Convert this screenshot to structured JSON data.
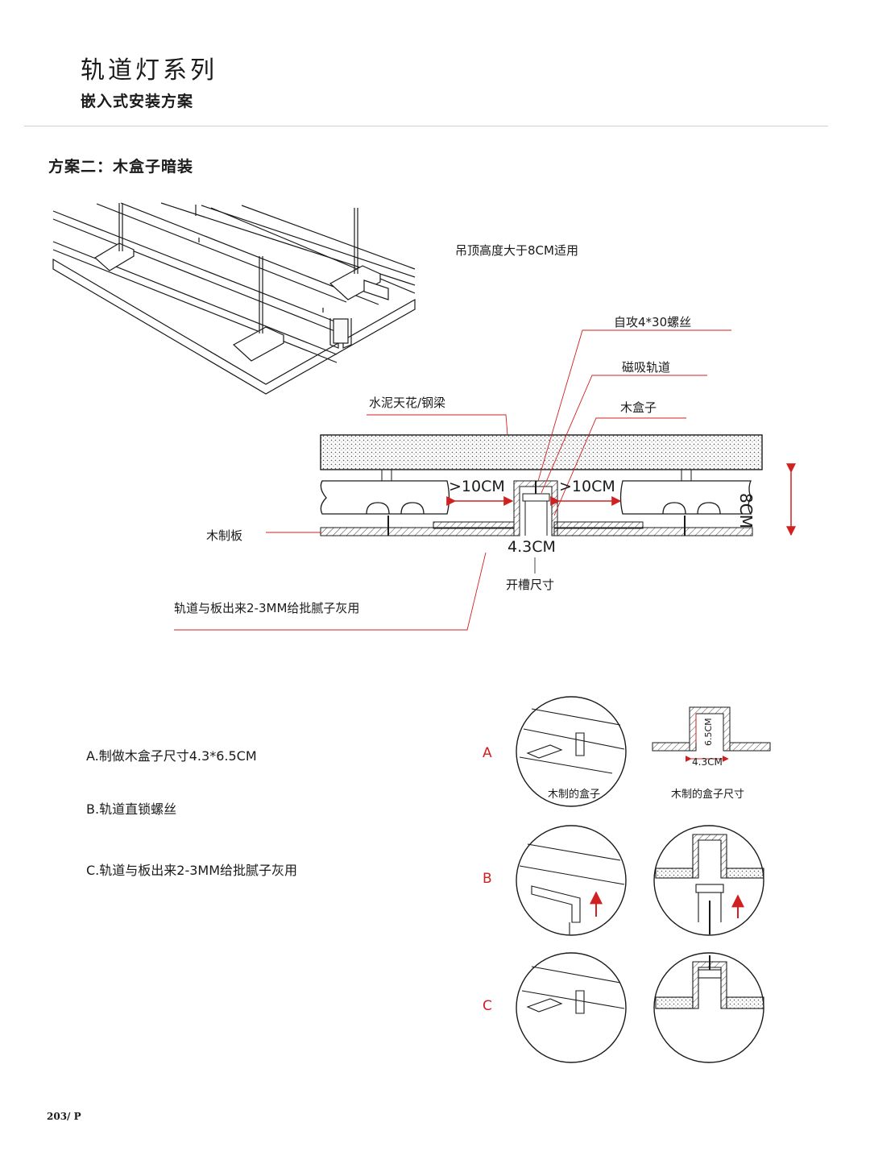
{
  "header": {
    "title": "轨道灯系列",
    "subtitle": "嵌入式安装方案"
  },
  "plan": {
    "title": "方案二：木盒子暗装"
  },
  "section_diagram": {
    "note_height": "吊顶高度大于8CM适用",
    "label_screw": "自攻4*30螺丝",
    "label_track": "磁吸轨道",
    "label_box": "木盒子",
    "label_ceiling": "水泥天花/钢梁",
    "label_board": "木制板",
    "dim_left": ">10CM",
    "dim_right": ">10CM",
    "dim_width": "4.3CM",
    "dim_height": "8CM",
    "label_slot": "开槽尺寸",
    "label_gap": "轨道与板出来2-3MM给批腻子灰用"
  },
  "steps": [
    {
      "text": "A.制做木盒子尺寸4.3*6.5CM"
    },
    {
      "text": "B.轨道直锁螺丝"
    },
    {
      "text": "C.轨道与板出来2-3MM给批腻子灰用"
    }
  ],
  "details": {
    "letters": [
      "A",
      "B",
      "C"
    ],
    "caption_a1": "木制的盒子",
    "caption_a2": "木制的盒子尺寸",
    "dim_a_height": "6.5CM",
    "dim_a_width": "4.3CM"
  },
  "footer": {
    "page": "203/ P"
  },
  "colors": {
    "accent": "#d02020",
    "line": "#1a1a1a",
    "rule": "#cfcfcf"
  }
}
